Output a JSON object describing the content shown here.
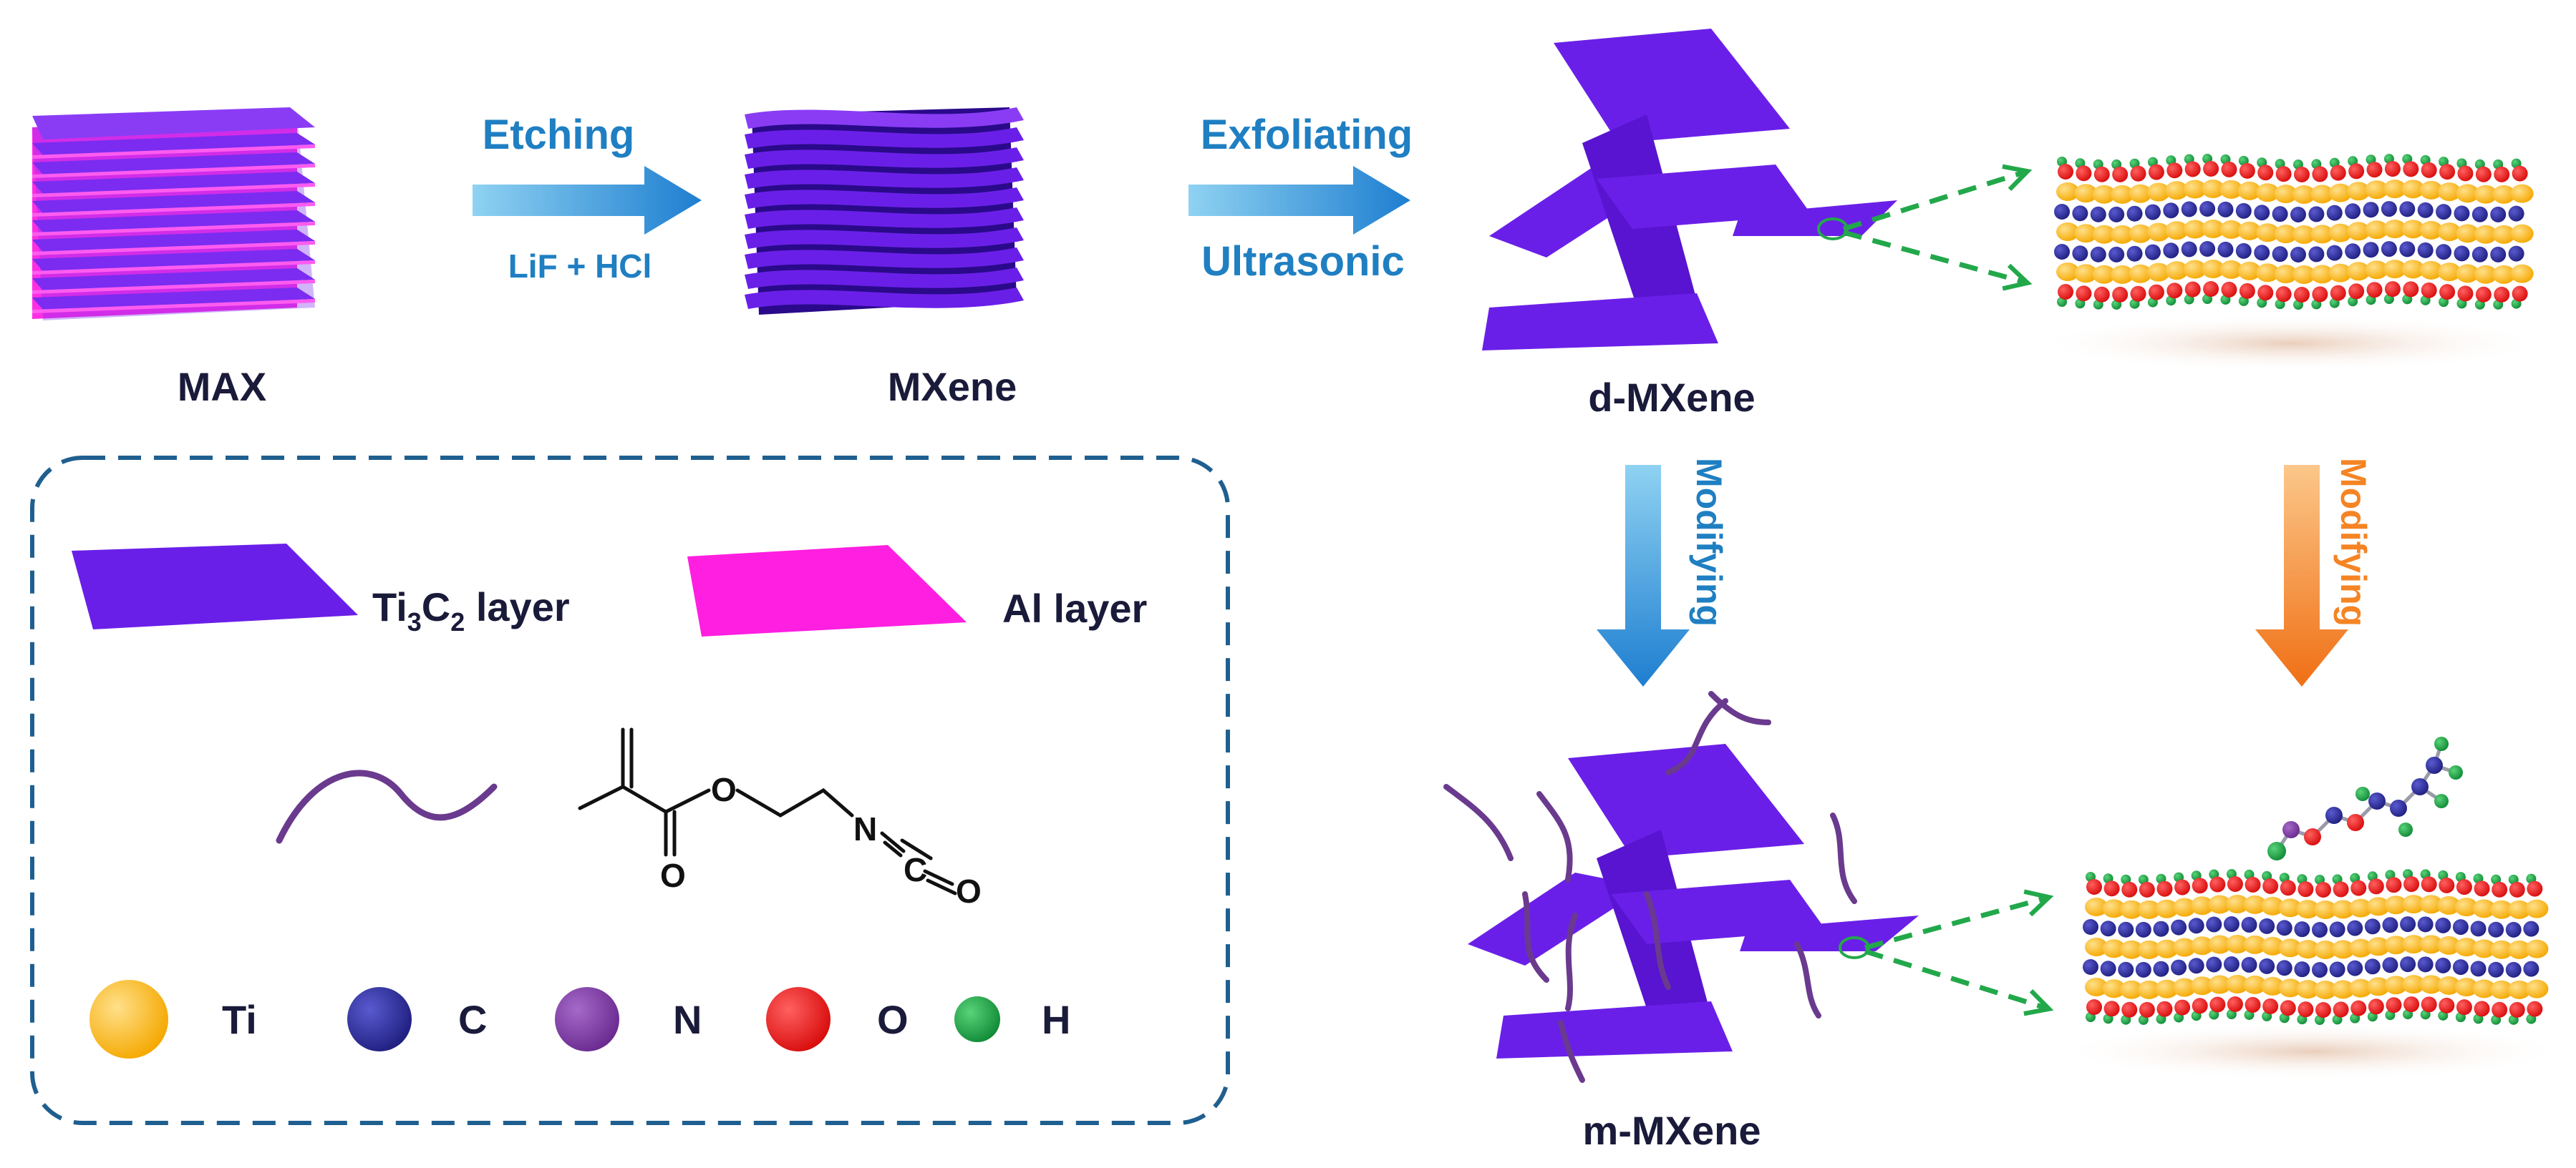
{
  "labels": {
    "max": "MAX",
    "mxene": "MXene",
    "d_mxene": "d-MXene",
    "m_mxene": "m-MXene",
    "etching": "Etching",
    "lif_hcl": "LiF + HCl",
    "exfoliating": "Exfoliating",
    "ultrasonic": "Ultrasonic",
    "modifying_left": "Modifying",
    "modifying_right": "Modifying"
  },
  "legend": {
    "ti3c2_prefix": "Ti",
    "ti3c2_sub1": "3",
    "ti3c2_mid": "C",
    "ti3c2_sub2": "2",
    "ti3c2_suffix": " layer",
    "al_layer": "Al layer",
    "molecule_n": "N",
    "molecule_c": "C",
    "molecule_o1": "O",
    "molecule_o2": "O",
    "molecule_o3": "O",
    "atoms": [
      {
        "symbol": "Ti",
        "color": "#fbb817"
      },
      {
        "symbol": "C",
        "color": "#2c2c97"
      },
      {
        "symbol": "N",
        "color": "#7a3b9e"
      },
      {
        "symbol": "O",
        "color": "#f21b1b"
      },
      {
        "symbol": "H",
        "color": "#1ea84a"
      }
    ]
  },
  "colors": {
    "ti3c2": "#6a1fe8",
    "al": "#ff1fe0",
    "arrow_blue": "#1e8fd6",
    "arrow_orange": "#f58424",
    "dashed_green": "#22a84a",
    "text_dark": "#1a1a3a",
    "text_blue": "#1f7fc2",
    "text_orange": "#f58424",
    "legend_border": "#1f5f8f"
  }
}
